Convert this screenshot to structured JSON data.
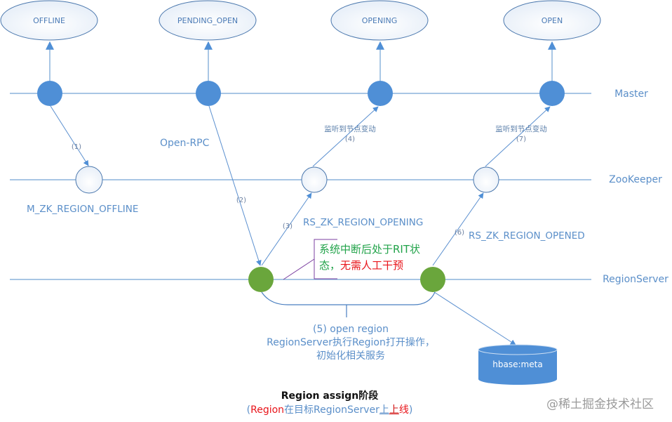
{
  "title": "Region assign阶段",
  "subtitle": {
    "open_paren": "(",
    "region": "Region",
    "middle": "在目标RegionServer",
    "shang1": "上",
    "shang2": "上",
    "xian": "线",
    "close_paren": ")"
  },
  "states": [
    {
      "label": "OFFLINE"
    },
    {
      "label": "PENDING_OPEN"
    },
    {
      "label": "OPENING"
    },
    {
      "label": "OPEN"
    }
  ],
  "lanes": {
    "master": "Master",
    "zookeeper": "ZooKeeper",
    "regionserver": "RegionServer"
  },
  "zk_nodes": {
    "offline": "M_ZK_REGION_OFFLINE",
    "opening": "RS_ZK_REGION_OPENING",
    "opened": "RS_ZK_REGION_OPENED"
  },
  "steps": {
    "s1": "(1)",
    "s2": "(2)",
    "s3": "(3)",
    "s4": "(4)",
    "s6": "(6)",
    "s7": "(7)",
    "listen4": "监听到节点变动",
    "listen7": "监听到节点变动",
    "rpc": "Open-RPC"
  },
  "note": {
    "line1": "系统中断后处于RIT状",
    "line2_green": "态，",
    "line2_red": "无需人工干预"
  },
  "open_region": {
    "line1": "(5) open region",
    "line2": "RegionServer执行Region打开操作，",
    "line3": "初始化相关服务"
  },
  "database": {
    "label": "hbase:meta"
  },
  "colors": {
    "master_node": "#4f8fd6",
    "rs_node": "#6aa63c",
    "line": "#8cb4dc",
    "text_blue": "#5b8fc9",
    "db_fill": "#4f8fd6",
    "note_green": "#22a34a",
    "note_red": "#e8151b",
    "note_bracket": "#7b3fa0"
  },
  "watermark": "@稀土掘金技术社区"
}
